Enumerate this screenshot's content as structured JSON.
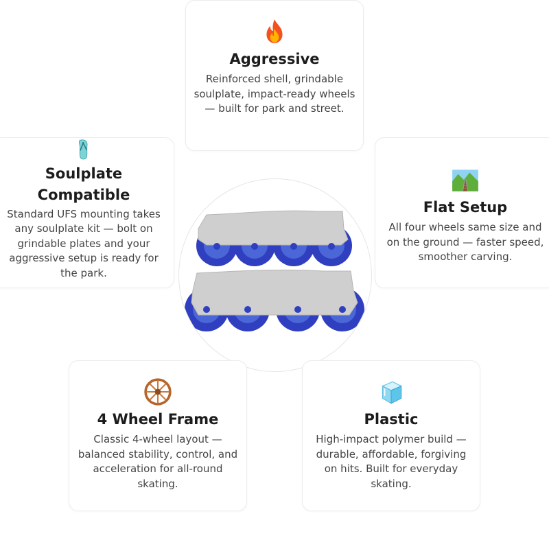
{
  "features": {
    "aggressive": {
      "icon": "fire-icon",
      "title": "Aggressive",
      "desc": "Reinforced shell, grindable soulplate, impact-ready wheels — built for park and street."
    },
    "soulplate": {
      "icon": "flip-flop-icon",
      "title": "Soulplate Compatible",
      "desc": "Standard UFS mounting takes any soulplate kit — bolt on grindable plates and your aggressive setup is ready for the park."
    },
    "flat": {
      "icon": "railway-track-icon",
      "title": "Flat Setup",
      "desc": "All four wheels same size and on the ground — faster speed, smoother carving."
    },
    "frame": {
      "icon": "wagon-wheel-icon",
      "title": "4 Wheel Frame",
      "desc": "Classic 4-wheel layout — balanced stability, control, and acceleration for all-round skating."
    },
    "plastic": {
      "icon": "ice-cube-icon",
      "title": "Plastic",
      "desc": "High-impact polymer build — durable, affordable, forgiving on hits. Built for everyday skating."
    }
  },
  "product": {
    "icon": "skate-frames-image",
    "frame_color": "#c9c9c9",
    "wheel_color": "#2f3fbf"
  }
}
